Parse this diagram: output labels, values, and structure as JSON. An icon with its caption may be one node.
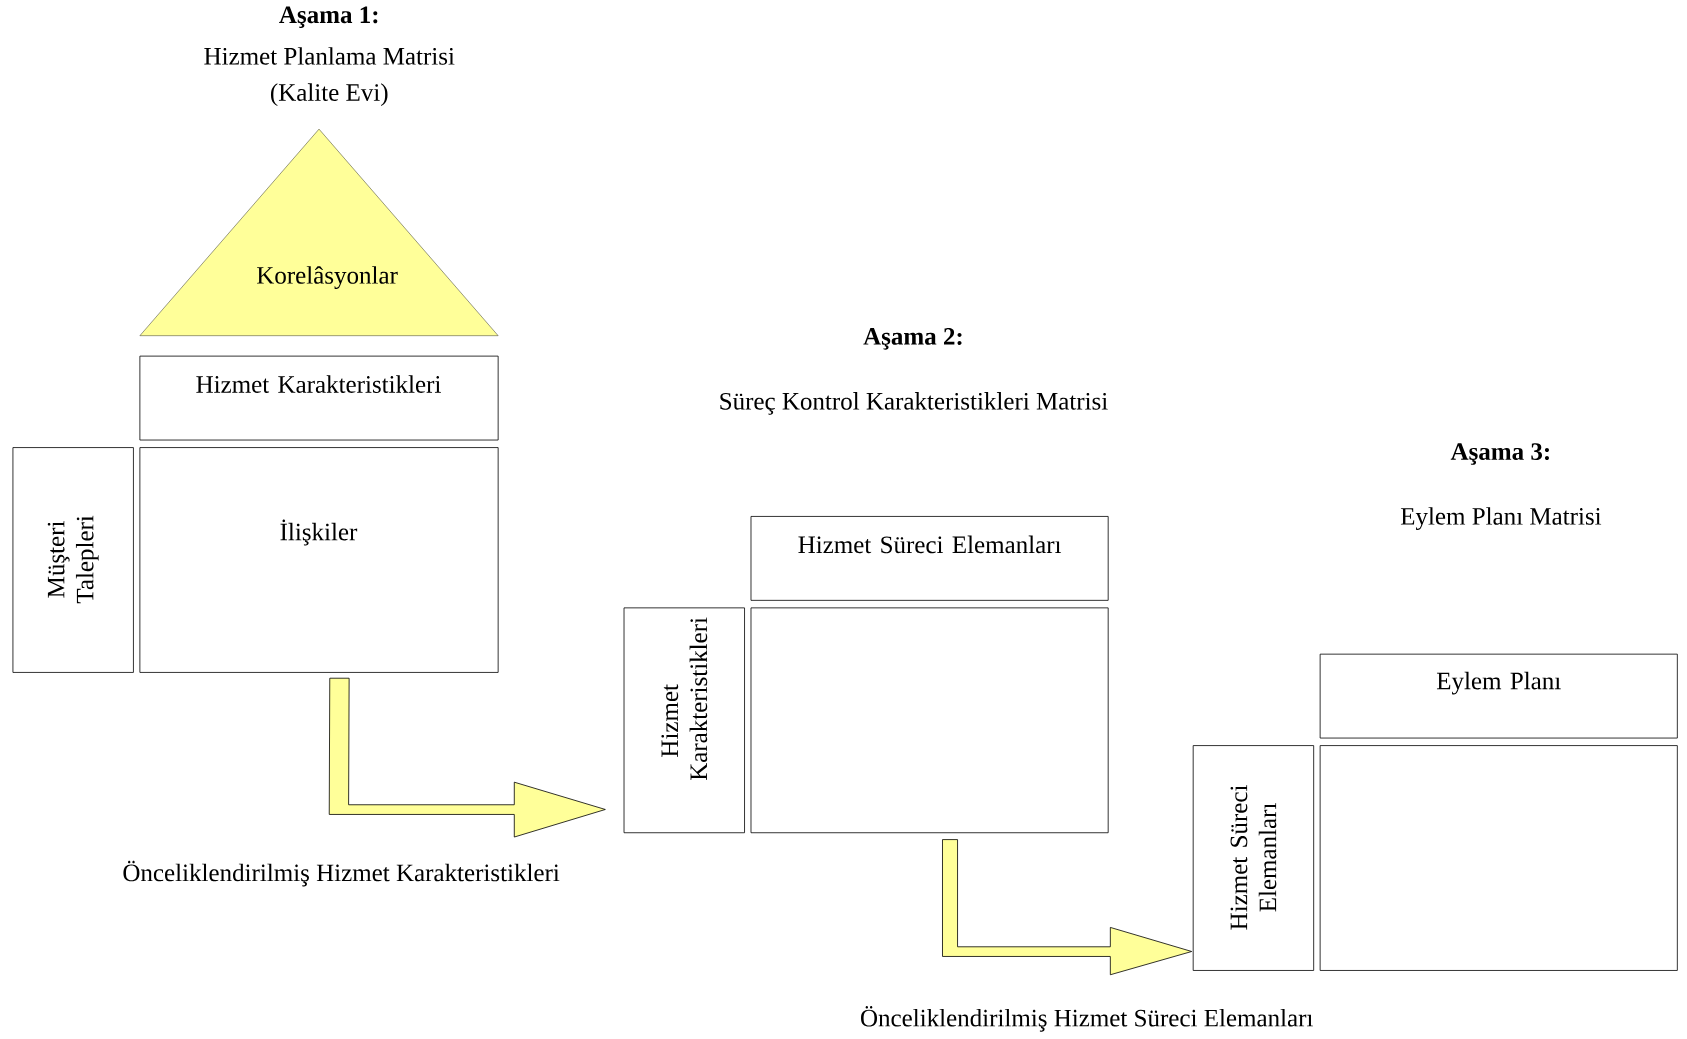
{
  "diagram": {
    "nodes": [
      {
        "text": [
          "Korelâsyonlar"
        ]
      },
      {
        "text": [
          "Hizmet Karakteristikleri"
        ]
      },
      {
        "text": [
          "Müşteri Talepleri"
        ]
      },
      {
        "text": [
          "İlişkiler"
        ]
      },
      {
        "text": [
          "Hizmet Süreci Elemanları"
        ]
      },
      {
        "text": [
          "Hizmet Karakteristikleri"
        ]
      },
      {
        "text": [],
        "shape": "box"
      },
      {
        "text": [
          "Eylem Planı"
        ]
      },
      {
        "text": [
          "Hizmet Süreci Elemanları"
        ]
      },
      {
        "text": [],
        "shape": "box"
      }
    ],
    "edges": [
      {
        "from": 3,
        "to": 5,
        "arrow": "to",
        "label": "Önceliklendirilmiş Hizmet Karakteristikleri"
      },
      {
        "from": 6,
        "to": 8,
        "arrow": "to",
        "label": "Önceliklendirilmiş Hizmet Süreci Elemanları"
      }
    ],
    "labels": [
      "Aşama 1:",
      "Hizmet Planlama Matrisi",
      "(Kalite Evi)",
      "Aşama 2:",
      "Süreç Kontrol Karakteristikleri Matrisi",
      "Aşama 3:",
      "Eylem Planı Matrisi"
    ]
  }
}
